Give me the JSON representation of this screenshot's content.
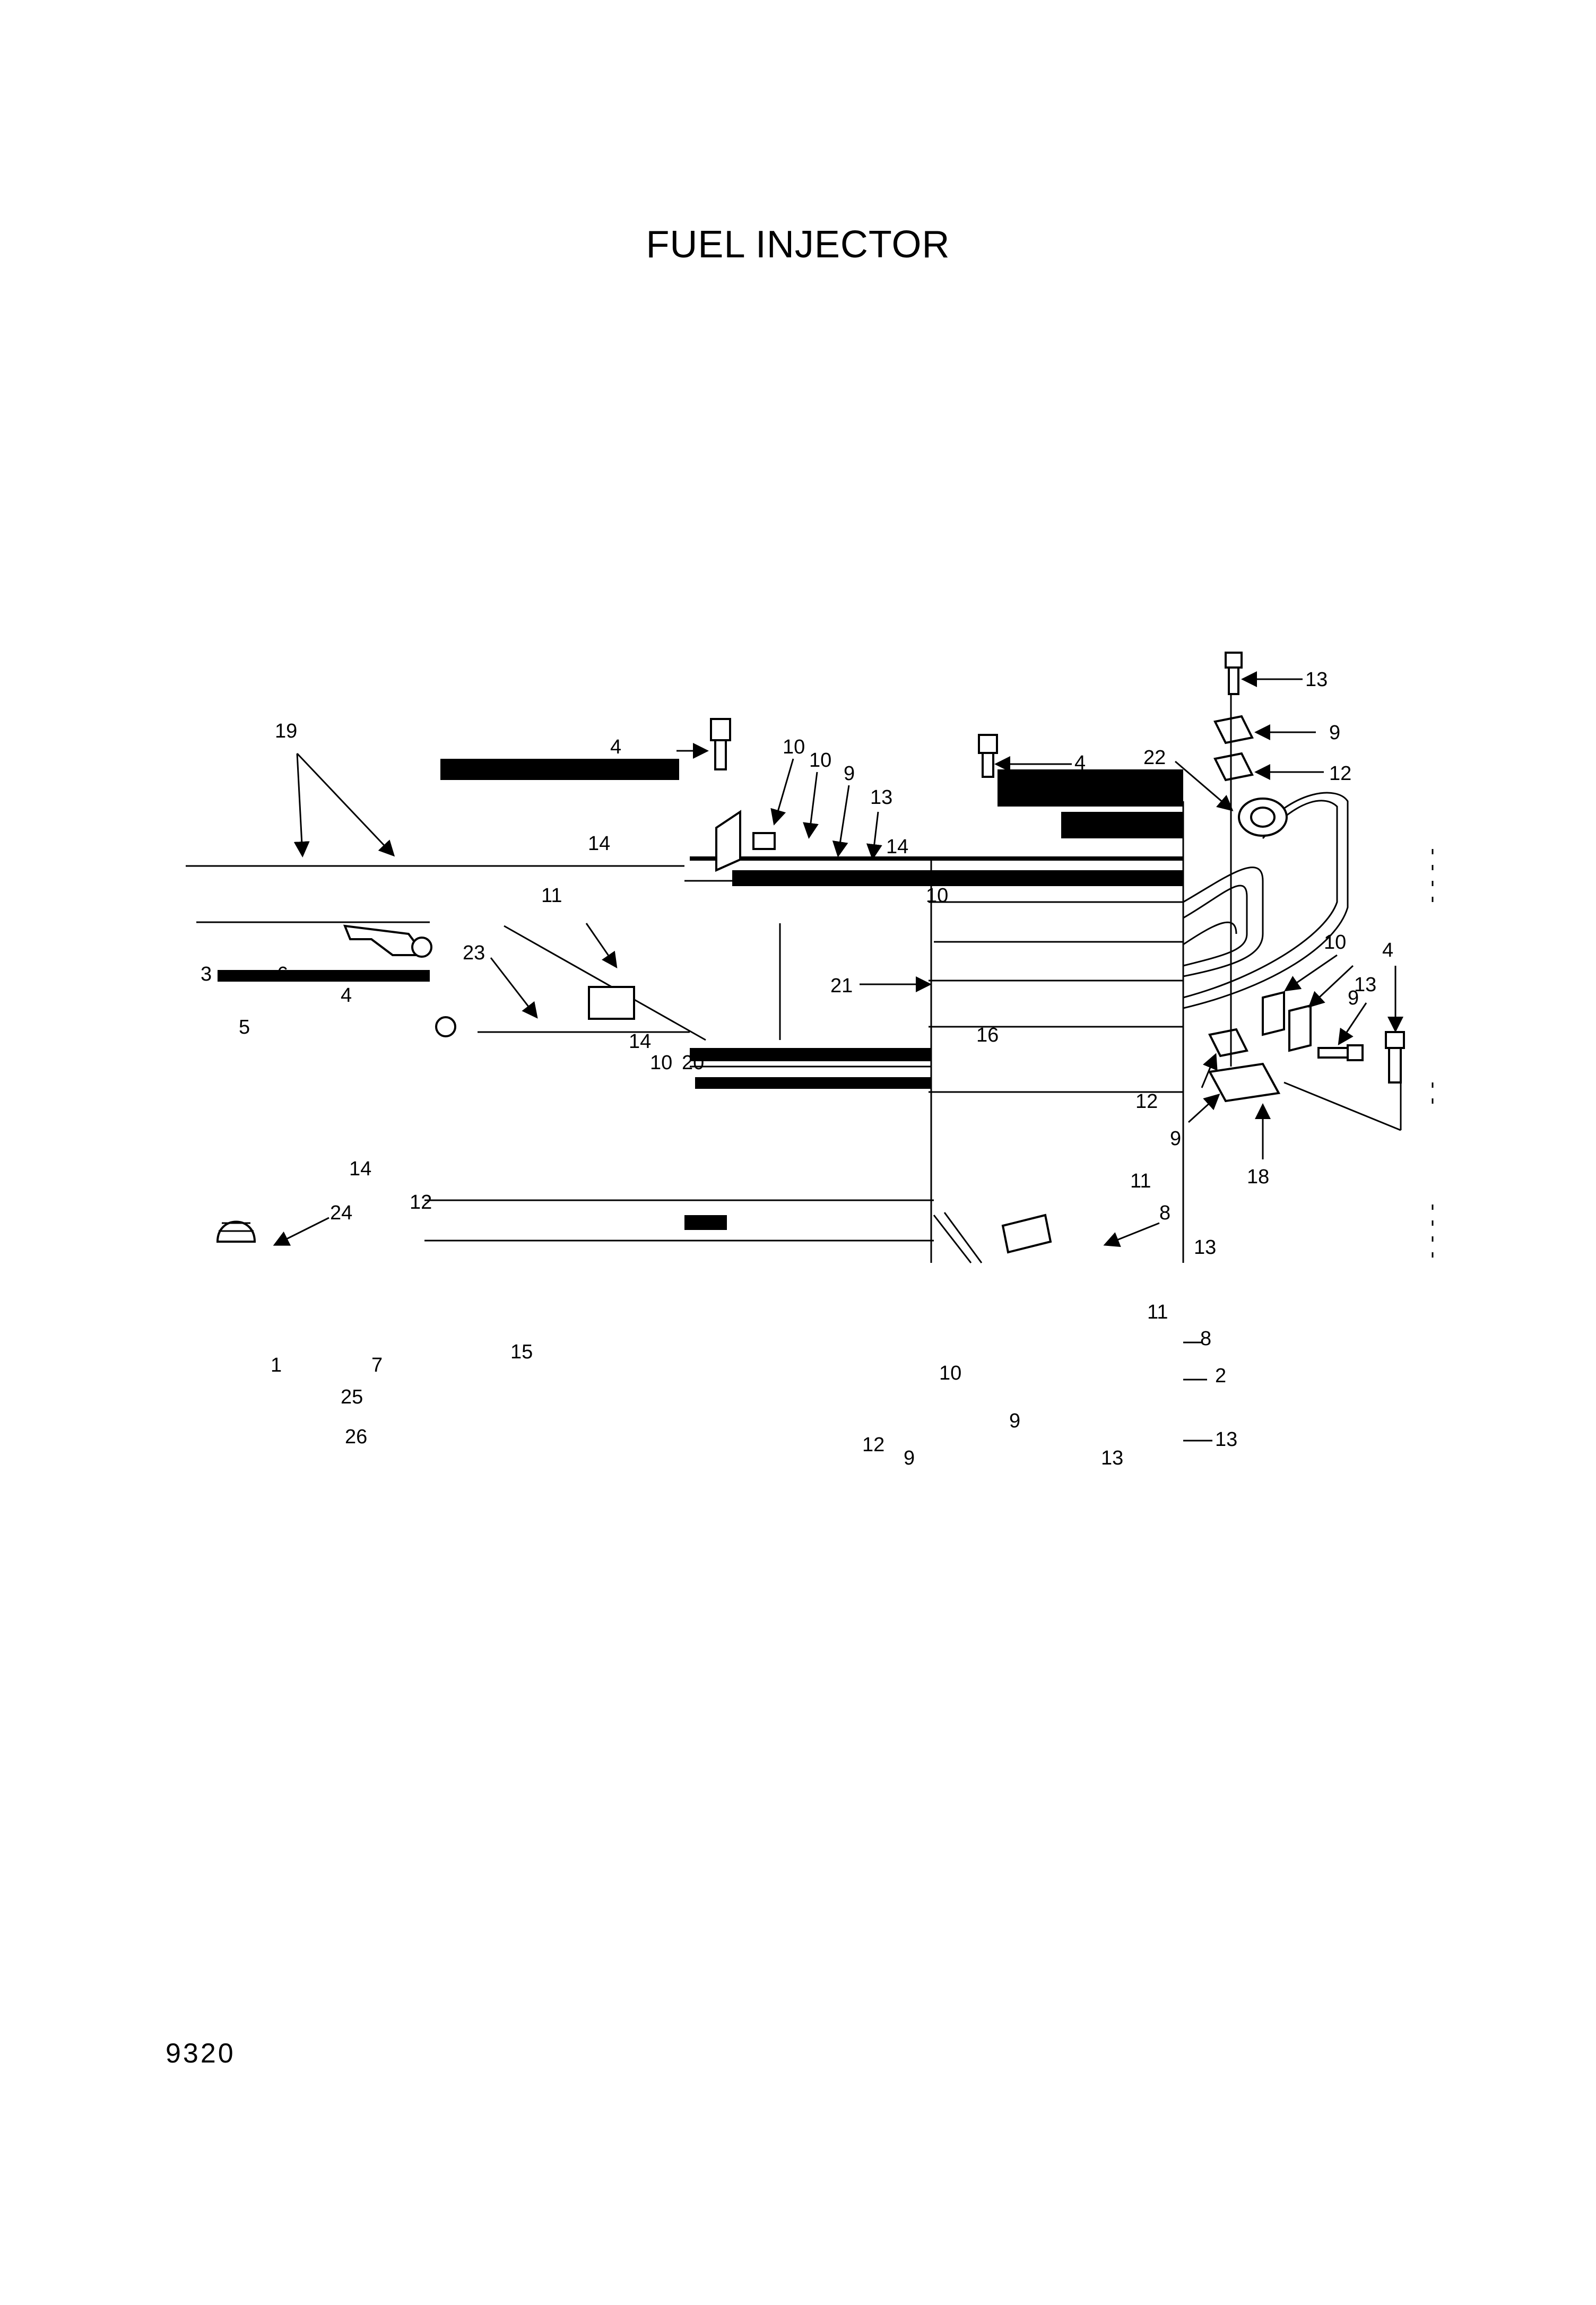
{
  "title": "FUEL INJECTOR",
  "page_number": "9320",
  "callouts": [
    "19",
    "4",
    "10",
    "10",
    "9",
    "13",
    "4",
    "22",
    "13",
    "9",
    "12",
    "14",
    "14",
    "11",
    "10",
    "3",
    "6",
    "4",
    "23",
    "5",
    "21",
    "10",
    "9",
    "4",
    "13",
    "16",
    "14",
    "10",
    "20",
    "12",
    "9",
    "18",
    "14",
    "24",
    "12",
    "11",
    "8",
    "13",
    "11",
    "8",
    "1",
    "7",
    "15",
    "25",
    "2",
    "10",
    "9",
    "26",
    "12",
    "9",
    "13",
    "13"
  ]
}
